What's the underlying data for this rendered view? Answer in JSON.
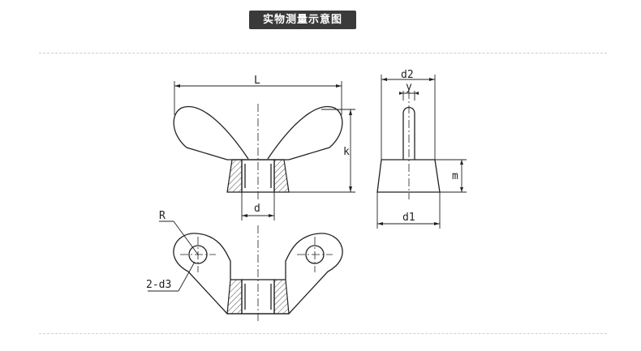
{
  "header": {
    "title": "实物测量示意图"
  },
  "labels": {
    "L": "L",
    "k": "k",
    "d": "d",
    "d2": "d2",
    "y": "y",
    "m": "m",
    "d1": "d1",
    "R": "R",
    "d3": "2-d3"
  },
  "colors": {
    "badge": "#3a3a3a",
    "line": "#222222",
    "divider": "#cfcfcf"
  }
}
